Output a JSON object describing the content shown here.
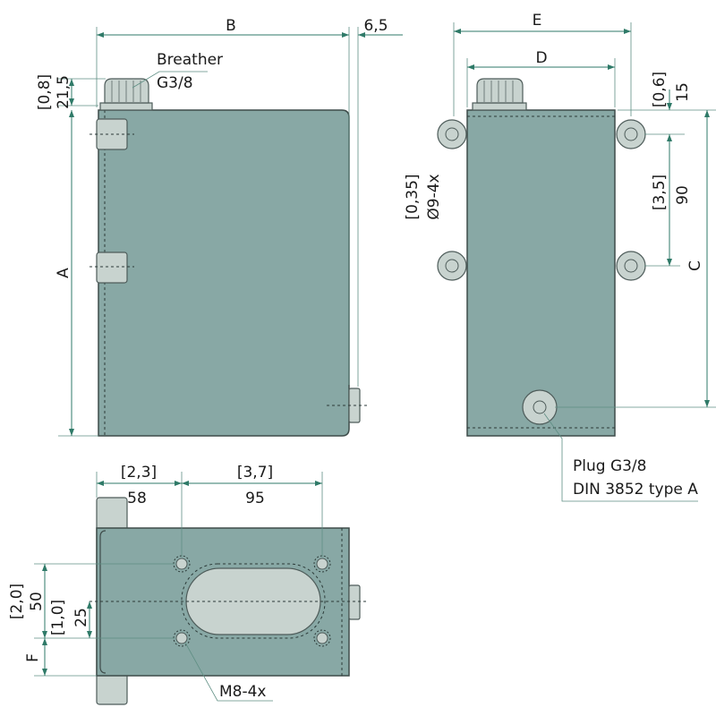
{
  "side_view": {
    "dim_b": "B",
    "dim_6_5": "6,5",
    "dim_a": "A",
    "dim_21_5": "21,5",
    "dim_0_8": "[0,8]",
    "breather_label": "Breather",
    "breather_thread": "G3/8"
  },
  "front_view": {
    "dim_e": "E",
    "dim_d": "D",
    "dim_15": "15",
    "dim_0_6": "[0,6]",
    "dim_90": "90",
    "dim_3_5": "[3,5]",
    "dim_c": "C",
    "hole_label": "Ø9-4x",
    "hole_inch": "[0,35]",
    "plug_label": "Plug G3/8",
    "plug_standard": "DIN 3852 type A"
  },
  "bottom_view": {
    "dim_58": "58",
    "dim_2_3": "[2,3]",
    "dim_95": "95",
    "dim_3_7": "[3,7]",
    "dim_50": "50",
    "dim_2_0": "[2,0]",
    "dim_25": "25",
    "dim_1_0": "[1,0]",
    "dim_f": "F",
    "thread_label": "M8-4x"
  },
  "colors": {
    "body": "#88a8a5",
    "part": "#c8d3cf",
    "dimension": "#2f7a68"
  }
}
